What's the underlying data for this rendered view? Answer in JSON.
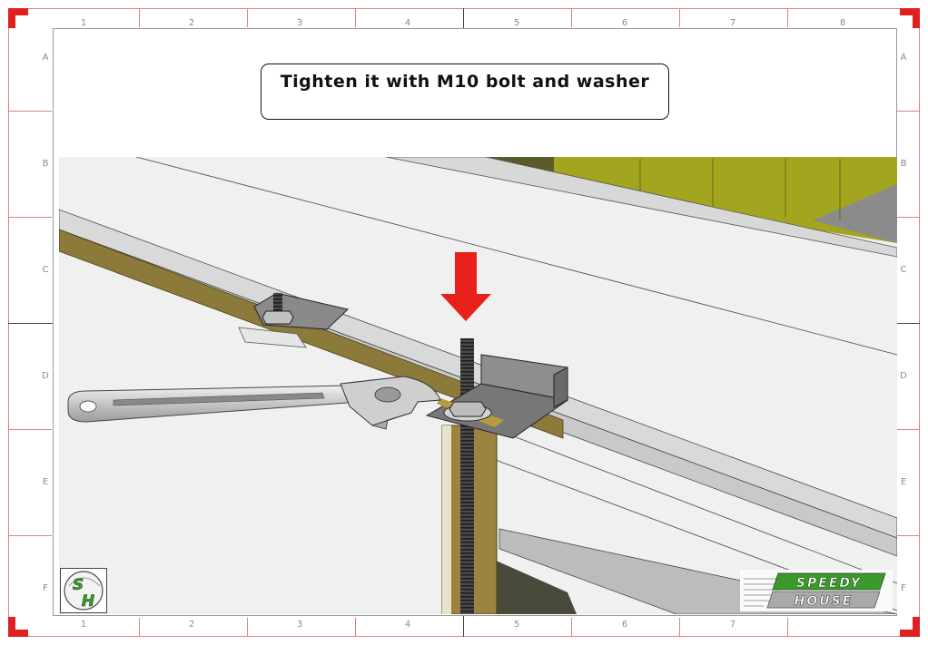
{
  "frame": {
    "columns_top": [
      "1",
      "2",
      "3",
      "4",
      "5",
      "6",
      "7",
      "8"
    ],
    "columns_bottom": [
      "1",
      "2",
      "3",
      "4",
      "5",
      "6",
      "7"
    ],
    "rows": [
      "A",
      "B",
      "C",
      "D",
      "E",
      "F"
    ]
  },
  "instruction": {
    "text": "Tighten it with M10 bolt and washer"
  },
  "logos": {
    "left_letters": "SH",
    "right_line1": "SPEEDY",
    "right_line2": "HOUSE"
  },
  "colors": {
    "frame_red": "#e02020",
    "arrow_red": "#e8201a",
    "olive_wall": "#a3a51e",
    "wood": "#8c7a3a",
    "logo_green": "#3c9a2c"
  }
}
